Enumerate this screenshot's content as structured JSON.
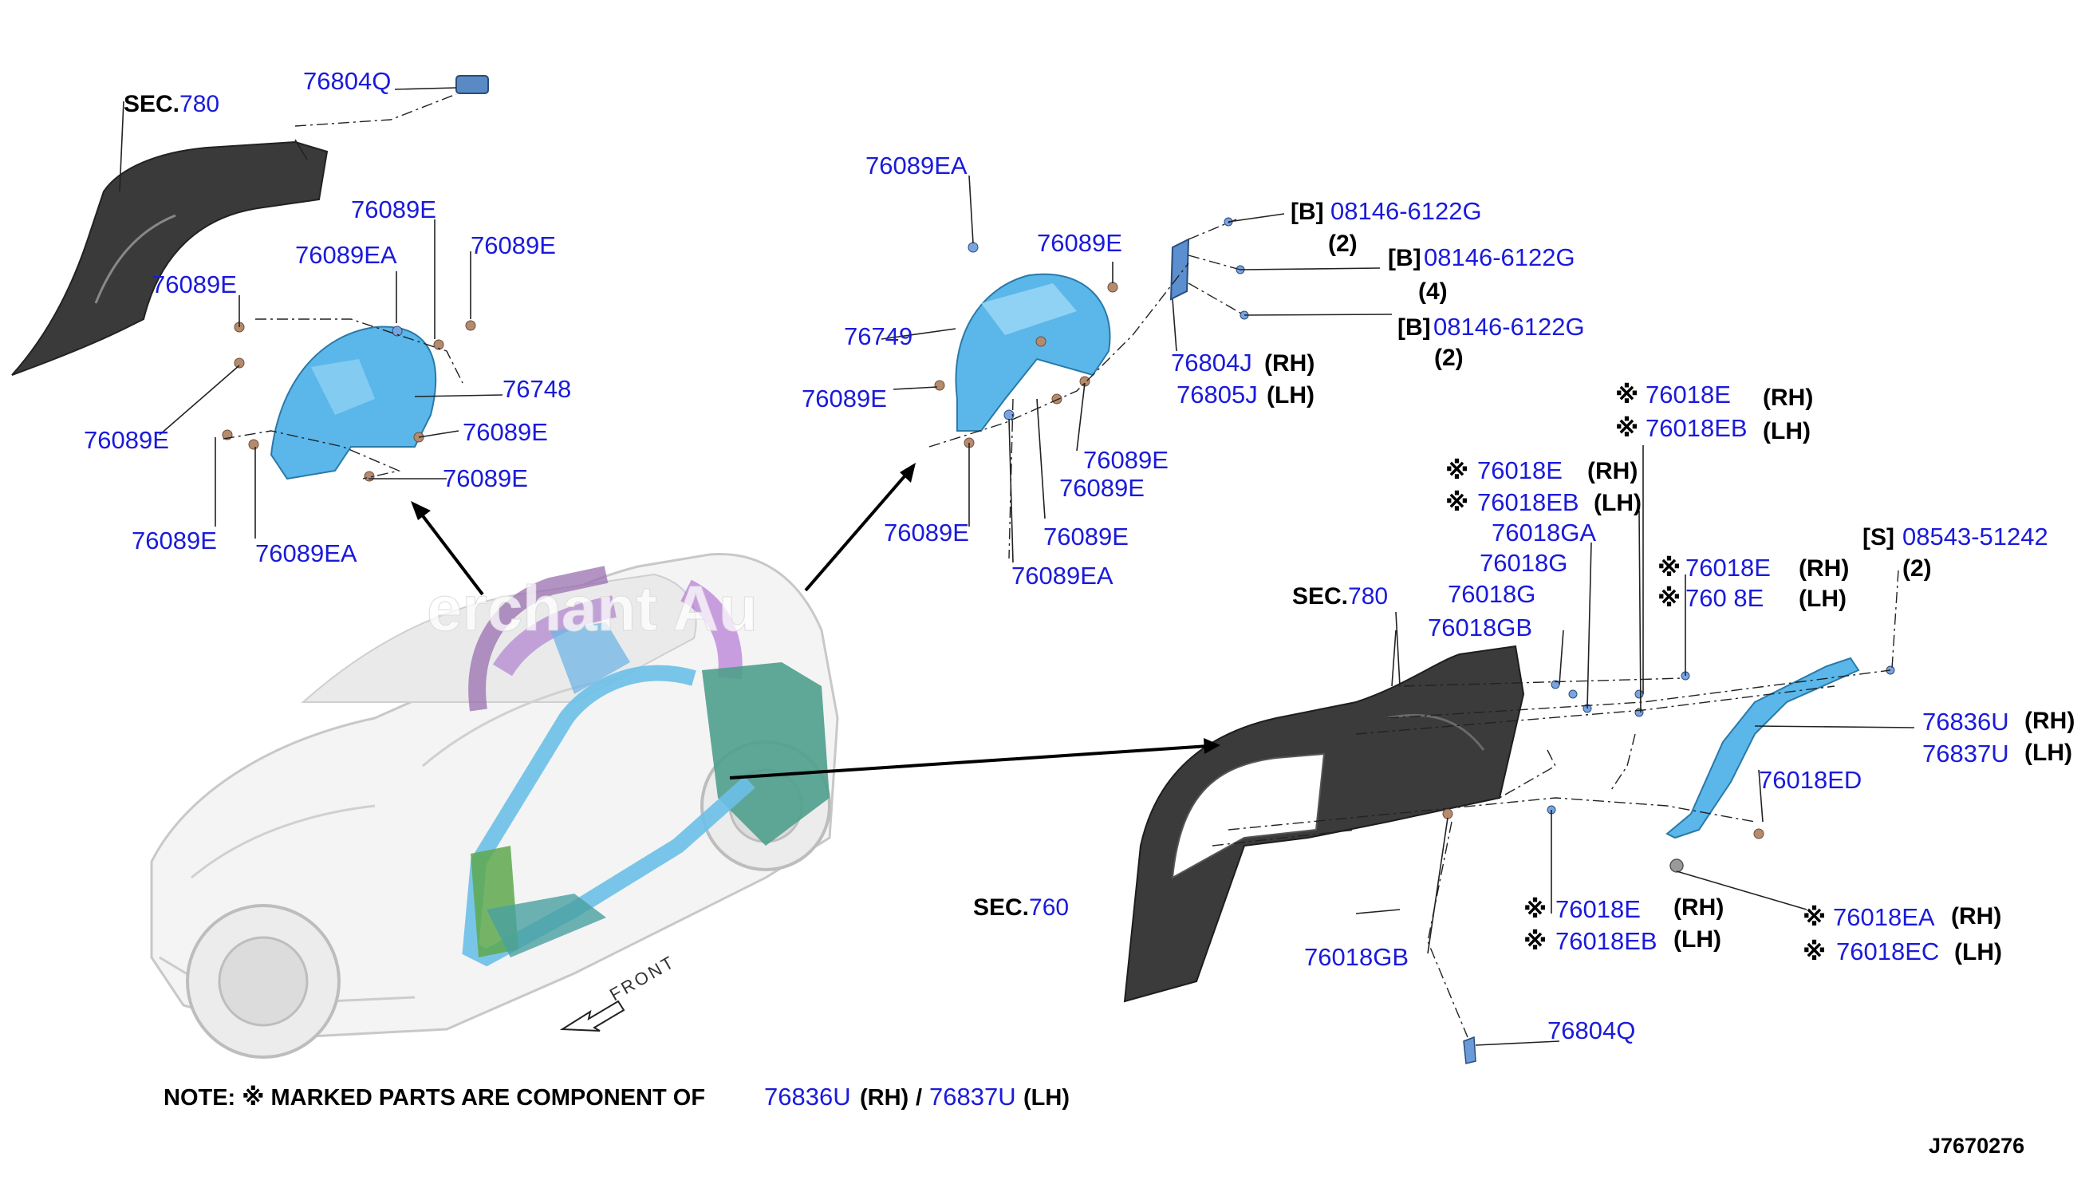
{
  "diagram": {
    "drawing_code": "J7670276",
    "watermark": "erchant Au",
    "front_label": "FRONT",
    "note": {
      "prefix": "NOTE: ※ MARKED PARTS ARE COMPONENT OF",
      "part_rh": "76836U",
      "rh": "(RH)",
      "slash": "/",
      "part_lh": "76837U",
      "lh": "(LH)"
    },
    "sections": [
      {
        "label": "SEC.",
        "number": "780"
      },
      {
        "label": "SEC.",
        "number": "780"
      },
      {
        "label": "SEC.",
        "number": "760"
      }
    ],
    "left_group": [
      "76804Q",
      "76089E",
      "76089EA",
      "76089E",
      "76089E",
      "76748",
      "76089E",
      "76089E",
      "76089E",
      "76089E",
      "76089EA"
    ],
    "middle_group": [
      "76089EA",
      "76089E",
      "76749",
      "76089E",
      "76089E",
      "76089E",
      "76089E",
      "76089E",
      "76089EA"
    ],
    "bolts": [
      {
        "tag": "[B]",
        "part": "08146-6122G",
        "qty": "(2)"
      },
      {
        "tag": "[B]",
        "part": "08146-6122G",
        "qty": "(4)"
      },
      {
        "tag": "[B]",
        "part": "08146-6122G",
        "qty": "(2)"
      },
      {
        "tag": "[S]",
        "part": "08543-51242",
        "qty": "(2)"
      }
    ],
    "fender_seal": [
      {
        "part": "76804J",
        "side": "(RH)"
      },
      {
        "part": "76805J",
        "side": "(LH)"
      }
    ],
    "right_group": {
      "top_pair": [
        {
          "mark": "※",
          "part": "76018E",
          "side": "(RH)"
        },
        {
          "mark": "※",
          "part": "76018EB",
          "side": "(LH)"
        }
      ],
      "second_pair": [
        {
          "mark": "※",
          "part": "76018E",
          "side": "(RH)"
        },
        {
          "mark": "※",
          "part": "76018EB",
          "side": "(LH)"
        }
      ],
      "third_pair": [
        {
          "mark": "※",
          "part": "76018E",
          "side": "(RH)"
        },
        {
          "mark": "※",
          "part": "760 8E",
          "side": "(LH)"
        }
      ],
      "stack": [
        "76018GA",
        "76018G",
        "76018G",
        "76018GB"
      ],
      "rail": [
        {
          "part": "76836U",
          "side": "(RH)"
        },
        {
          "part": "76837U",
          "side": "(LH)"
        }
      ],
      "rail_bracket": "76018ED",
      "bottom_pair": [
        {
          "mark": "※",
          "part": "76018E",
          "side": "(RH)"
        },
        {
          "mark": "※",
          "part": "76018EB",
          "side": "(LH)"
        }
      ],
      "clip_pair": [
        {
          "mark": "※",
          "part": "76018EA",
          "side": "(RH)"
        },
        {
          "mark": "※",
          "part": "76018EC",
          "side": "(LH)"
        }
      ],
      "lower_gb": "76018GB",
      "lower_q": "76804Q"
    }
  }
}
